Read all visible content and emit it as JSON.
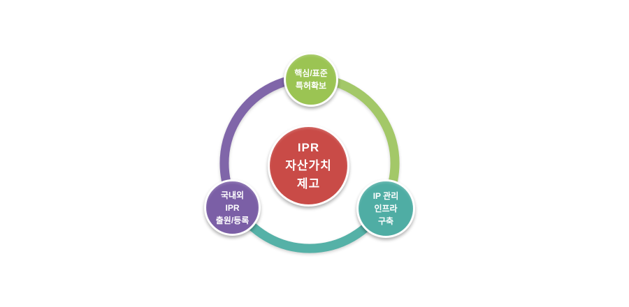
{
  "diagram": {
    "background_color": "#ffffff",
    "text_color": "#ffffff",
    "center_node": {
      "label_lines": [
        "IPR",
        "자산가치",
        "제고"
      ],
      "color": "#c94b47"
    },
    "nodes": [
      {
        "id": "top",
        "label_lines": [
          "핵심/표준",
          "특허확보"
        ],
        "color": "#9bc453"
      },
      {
        "id": "bottom-left",
        "label_lines": [
          "국내외",
          "IPR",
          "출원/등록"
        ],
        "color": "#7b5fa6"
      },
      {
        "id": "bottom-right",
        "label_lines": [
          "IP 관리",
          "인프라",
          "구축"
        ],
        "color": "#4fada4"
      }
    ],
    "ring": {
      "left_arc_color": "#8066a9",
      "right_arc_color": "#a3c868",
      "bottom_arc_color": "#55b1a7"
    }
  }
}
